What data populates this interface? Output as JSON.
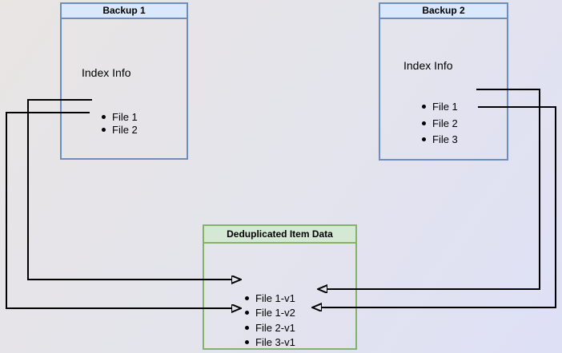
{
  "diagram": {
    "backup1": {
      "title": "Backup 1",
      "subtitle": "Index Info",
      "items": [
        "File 1",
        "File 2"
      ]
    },
    "backup2": {
      "title": "Backup 2",
      "subtitle": "Index Info",
      "items": [
        "File 1",
        "File 2",
        "File 3"
      ]
    },
    "dedup": {
      "title": "Deduplicated Item Data",
      "items": [
        "File 1-v1",
        "File 1-v2",
        "File 2-v1",
        "File 3-v1"
      ]
    }
  },
  "connections": [
    {
      "from": "Backup 1 / File 1",
      "to": "Deduplicated Item Data / File 1-v1"
    },
    {
      "from": "Backup 1 / File 2",
      "to": "Deduplicated Item Data / File 2-v1"
    },
    {
      "from": "Backup 2 / File 1",
      "to": "Deduplicated Item Data / File 1-v2"
    },
    {
      "from": "Backup 2 / File 2",
      "to": "Deduplicated Item Data / File 2-v1"
    }
  ],
  "colors": {
    "blue_fill": "#dae8fc",
    "blue_border": "#6c8ebf",
    "green_fill": "#d5e8d4",
    "green_border": "#82b366",
    "arrow": "#000000",
    "text": "#000000"
  }
}
